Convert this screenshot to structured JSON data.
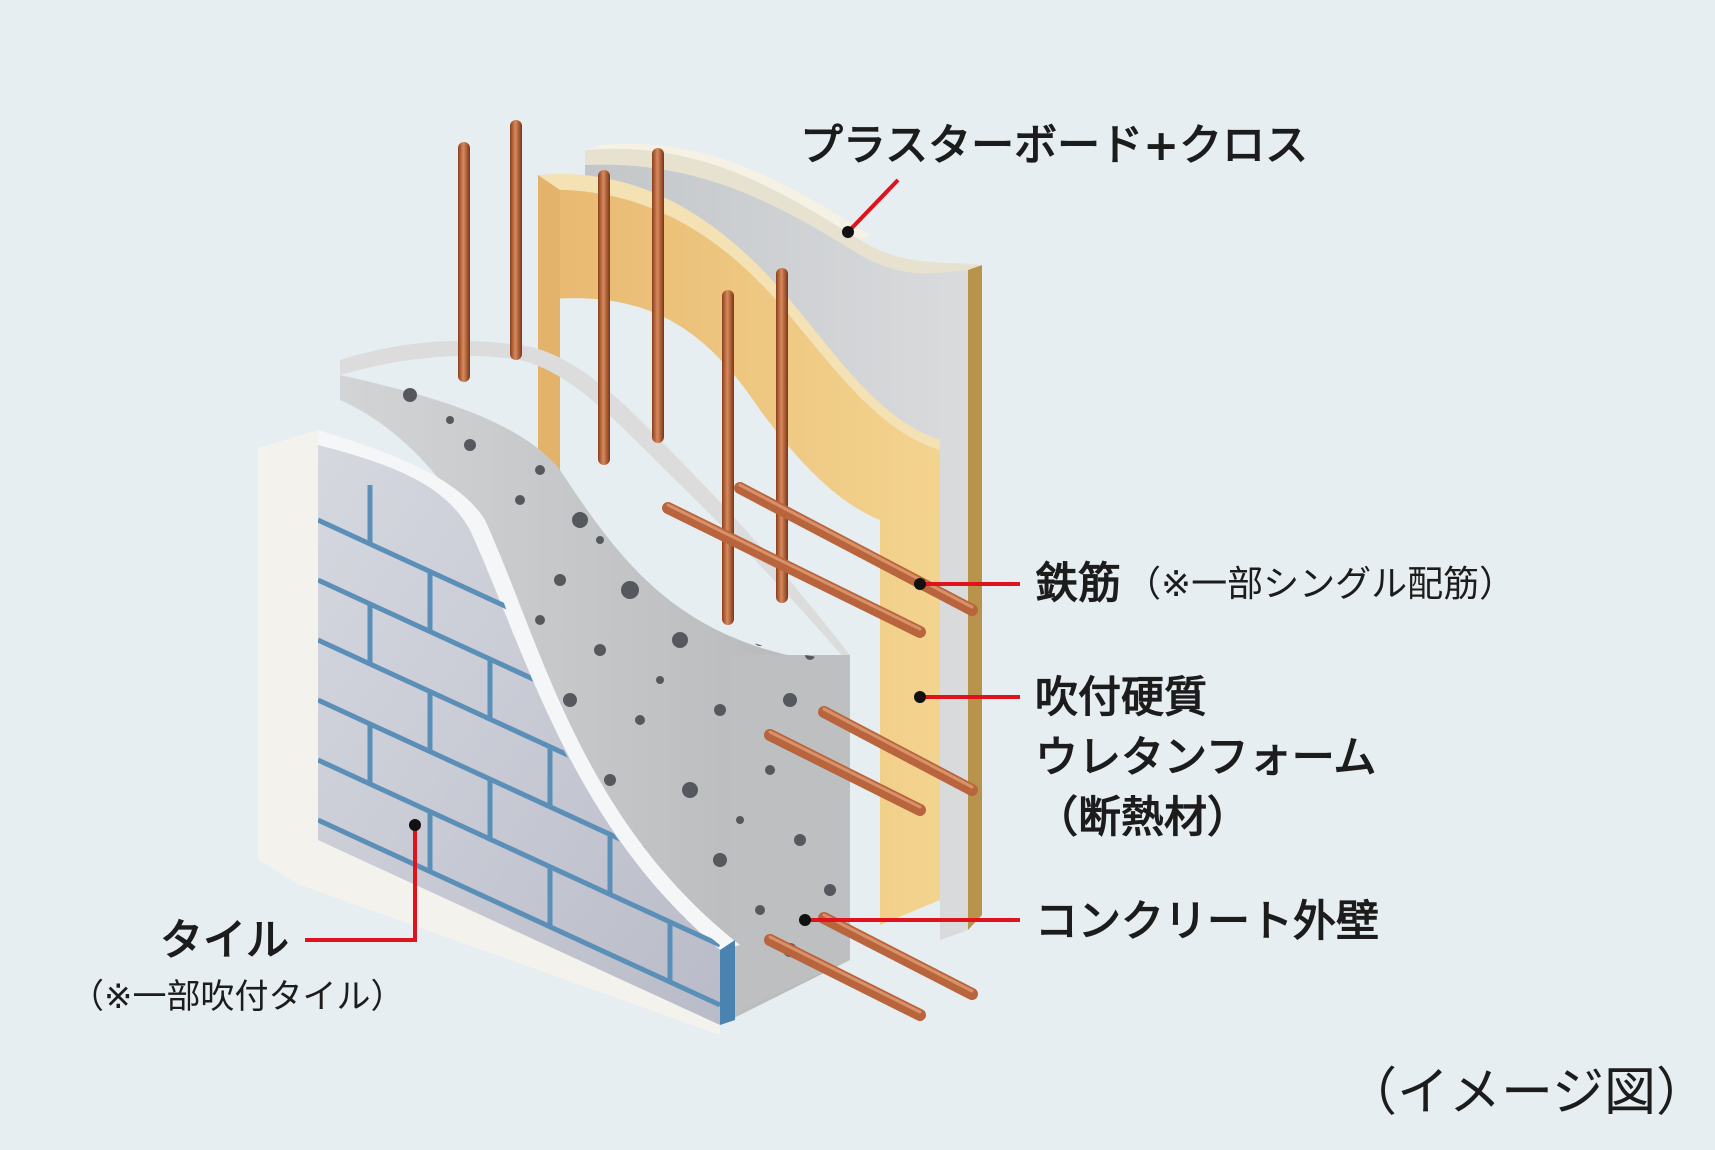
{
  "labels": {
    "plasterboard": "プラスターボード+クロス",
    "rebar": "鉄筋",
    "rebar_note": "（※一部シングル配筋）",
    "insulation_line1": "吹付硬質",
    "insulation_line2": "ウレタンフォーム",
    "insulation_line3": "（断熱材）",
    "concrete": "コンクリート外壁",
    "tile": "タイル",
    "tile_note": "（※一部吹付タイル）",
    "caption": "（イメージ図）"
  },
  "colors": {
    "background": "#e6eef1",
    "leader_line": "#e0121b",
    "marker_dot": "#111111",
    "rebar": "#b8643c",
    "insulation": "#e3b56e",
    "plasterboard": "#c9cccf",
    "concrete": "#c2c4c6",
    "tile": "#c5c8d2",
    "tile_joint": "#5b8fb8"
  }
}
